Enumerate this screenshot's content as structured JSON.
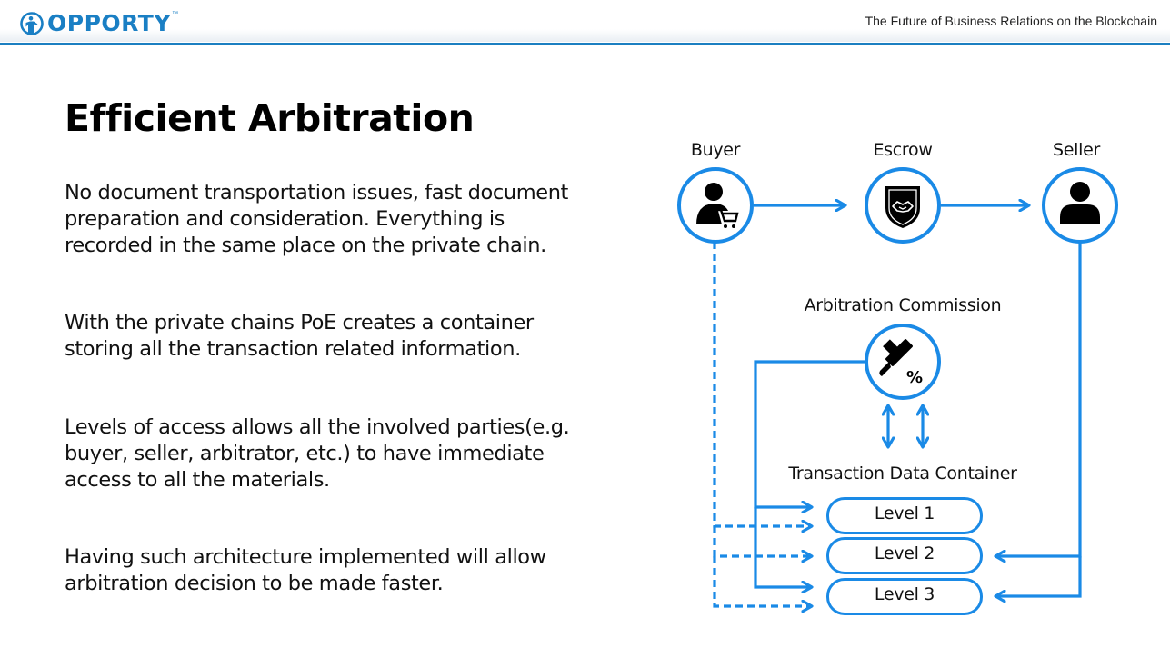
{
  "header": {
    "brand_name": "OPPORTY",
    "brand_trademark": "™",
    "tagline": "The Future of Business Relations on the Blockchain",
    "accent_color": "#1a7fc4"
  },
  "page": {
    "title": "Efficient Arbitration",
    "paragraphs": [
      "No document transportation issues, fast document preparation and consideration. Everything is recorded in the same place on the private chain.",
      "With the private chains PoE creates a container storing all the transaction related information.",
      "Levels of access allows all the involved parties(e.g. buyer, seller, arbitrator, etc.) to have immediate access to all the materials.",
      "Having such architecture implemented will allow arbitration decision to be made faster."
    ]
  },
  "diagram": {
    "line_color": "#1a8ae6",
    "nodes": [
      {
        "id": "buyer",
        "label": "Buyer",
        "icon": "buyer-cart-icon"
      },
      {
        "id": "escrow",
        "label": "Escrow",
        "icon": "shield-handshake-icon"
      },
      {
        "id": "seller",
        "label": "Seller",
        "icon": "person-icon"
      },
      {
        "id": "arbitration",
        "label": "Arbitration Commission",
        "icon": "gavel-percent-icon"
      }
    ],
    "container": {
      "label": "Transaction Data Container",
      "levels": [
        "Level 1",
        "Level 2",
        "Level 3"
      ]
    },
    "connections": [
      {
        "from": "buyer",
        "to": "escrow",
        "style": "solid"
      },
      {
        "from": "escrow",
        "to": "seller",
        "style": "solid"
      },
      {
        "from": "arbitration",
        "to": "container",
        "style": "solid",
        "direction": "bidirectional"
      },
      {
        "from": "arbitration",
        "to": "Level 1",
        "style": "solid"
      },
      {
        "from": "arbitration",
        "to": "Level 3",
        "style": "solid"
      },
      {
        "from": "buyer",
        "to": "Level 1",
        "style": "dashed"
      },
      {
        "from": "buyer",
        "to": "Level 2",
        "style": "dashed"
      },
      {
        "from": "buyer",
        "to": "Level 3",
        "style": "dashed"
      },
      {
        "from": "seller",
        "to": "Level 2",
        "style": "solid"
      },
      {
        "from": "seller",
        "to": "Level 3",
        "style": "solid"
      }
    ]
  }
}
